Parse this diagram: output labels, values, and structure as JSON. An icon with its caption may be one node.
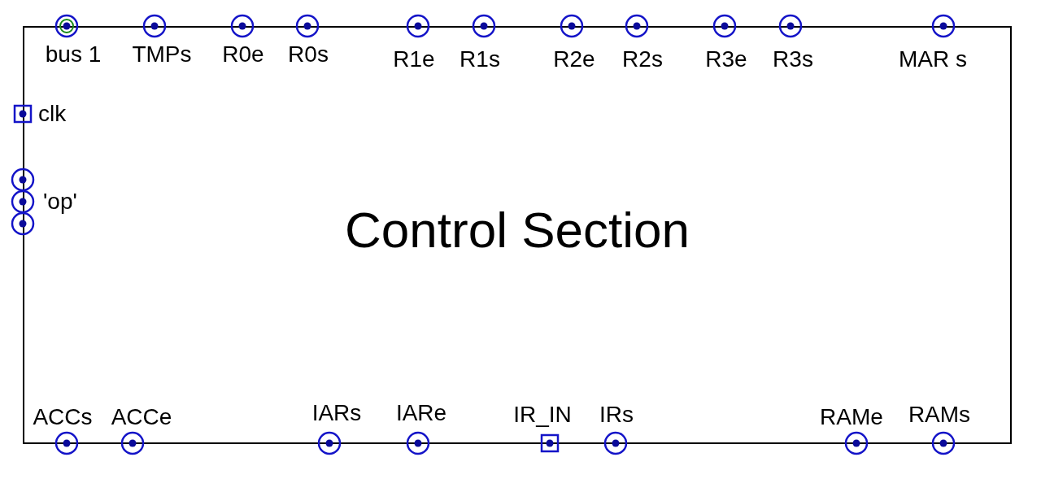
{
  "diagram": {
    "nodes": [
      {
        "text": [
          "Control Section"
        ]
      }
    ],
    "edges": [],
    "labels": [
      "bus 1",
      "TMPs",
      "R0e",
      "R0s",
      "R1e",
      "R1s",
      "R2e",
      "R2s",
      "R3e",
      "R3s",
      "MAR s",
      "clk",
      "'op'",
      "ACCs",
      "ACCe",
      "IARs",
      "IARe",
      "IR_IN",
      "IRs",
      "RAMe",
      "RAMs"
    ]
  }
}
